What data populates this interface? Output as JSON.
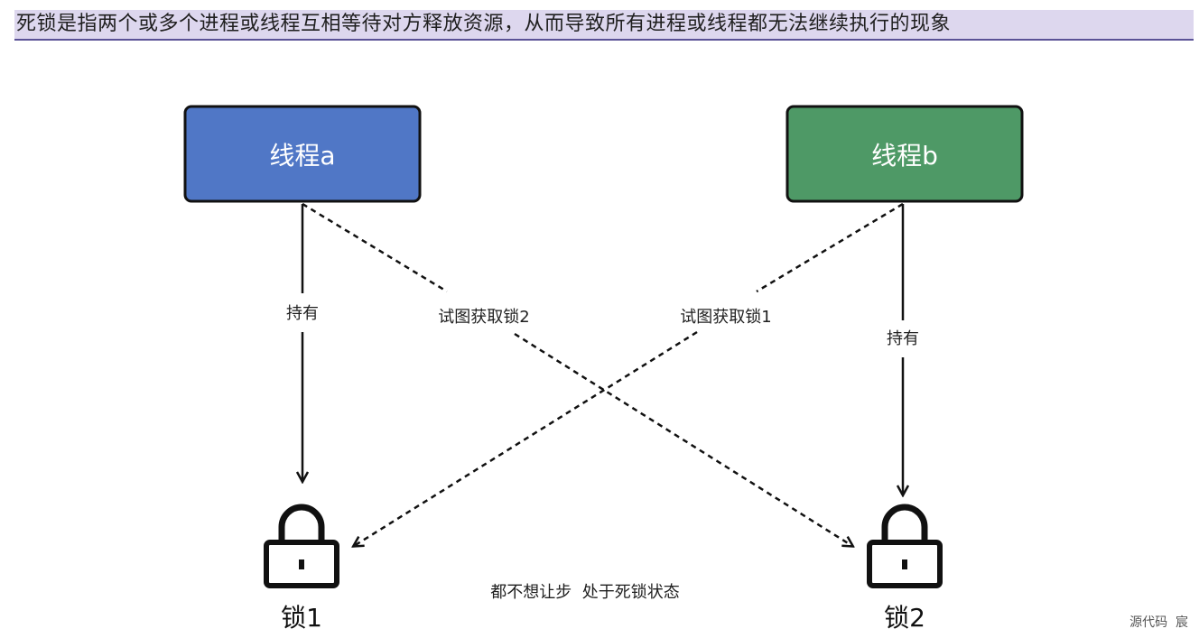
{
  "header": {
    "text": "死锁是指两个或多个进程或线程互相等待对方释放资源，从而导致所有进程或线程都无法继续执行的现象"
  },
  "threads": [
    {
      "label": "线程a",
      "color": "#5077c6"
    },
    {
      "label": "线程b",
      "color": "#4e9966"
    }
  ],
  "edges": [
    {
      "label": "持有",
      "from": "线程a",
      "to": "锁1",
      "style": "solid"
    },
    {
      "label": "试图获取锁2",
      "from": "线程a",
      "to": "锁2",
      "style": "dashed"
    },
    {
      "label": "试图获取锁1",
      "from": "线程b",
      "to": "锁1",
      "style": "dashed"
    },
    {
      "label": "持有",
      "from": "线程b",
      "to": "锁2",
      "style": "solid"
    }
  ],
  "locks": [
    {
      "label": "锁1",
      "icon": "lock-icon"
    },
    {
      "label": "锁2",
      "icon": "lock-icon"
    }
  ],
  "caption": "都不想让步  处于死锁状态",
  "watermark": "源代码  宸",
  "colors": {
    "header_bg": "#ddd7ee",
    "header_border": "#5a5296",
    "thread_a": "#5077c6",
    "thread_b": "#4e9966",
    "stroke": "#111111"
  }
}
